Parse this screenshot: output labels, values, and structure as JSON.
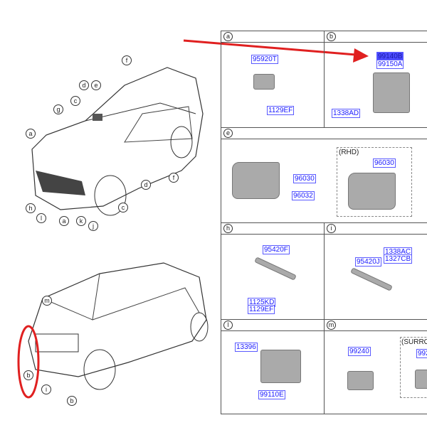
{
  "sections": [
    {
      "id": "a",
      "parts": [
        "95920T",
        "1129EF"
      ]
    },
    {
      "id": "b",
      "parts": [
        "99140B",
        "99150A",
        "1338AD"
      ]
    },
    {
      "id": "e",
      "parts": [
        "96030",
        "96032"
      ],
      "variant": {
        "label": "(RHD)",
        "parts": [
          "96030"
        ]
      }
    },
    {
      "id": "h",
      "parts": [
        "95420F",
        "1125KD",
        "1129EF"
      ]
    },
    {
      "id": "i",
      "parts": [
        "95420J",
        "1338AC",
        "1327CB"
      ]
    },
    {
      "id": "l",
      "parts": [
        "13396",
        "99110E"
      ]
    },
    {
      "id": "m",
      "parts": [
        "99240"
      ],
      "variant": {
        "label": "(SURRO",
        "parts": [
          "992"
        ]
      }
    }
  ],
  "front_car_callouts": [
    "f",
    "e",
    "d",
    "c",
    "g",
    "a",
    "h",
    "l",
    "a",
    "k",
    "j",
    "c",
    "d",
    "f"
  ],
  "rear_car_callouts": [
    "m",
    "b",
    "i",
    "b"
  ],
  "colors": {
    "highlight_arrow": "#e02020",
    "part_number": "#1a1aff",
    "highlight_ellipse": "#e02020"
  }
}
